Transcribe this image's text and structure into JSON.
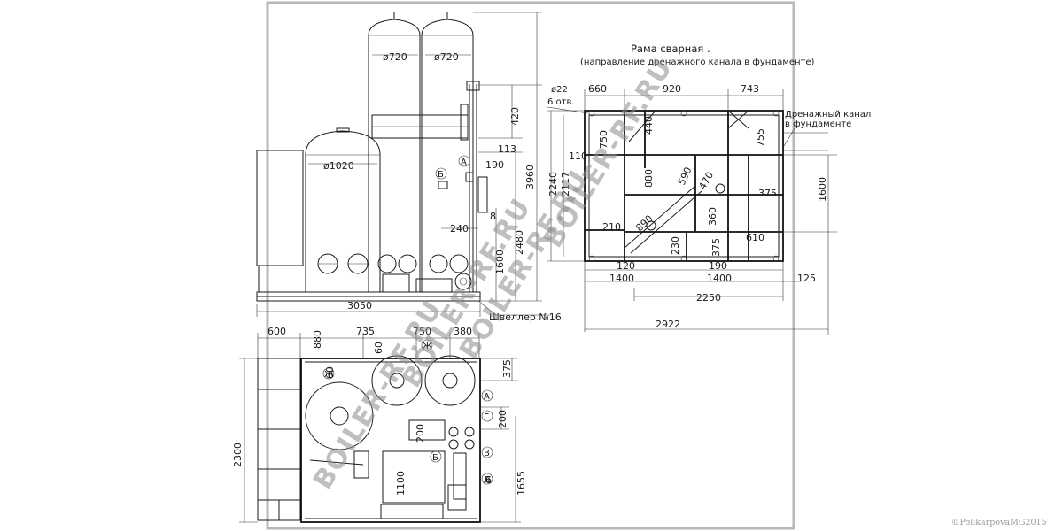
{
  "front_view": {
    "vessel_diameters": [
      "ø720",
      "ø720",
      "ø1020"
    ],
    "dims_right": [
      "420",
      "113",
      "190",
      "3960",
      "2480",
      "1600",
      "240",
      "8"
    ],
    "dim_bottom": "3050",
    "channel_label": "Швеллер №16",
    "markers": [
      "А",
      "Б"
    ]
  },
  "frame_view": {
    "title": "Рама сварная .",
    "subtitle": "(направление дренажного канала в фундаменте)",
    "drain_label_line1": "Дренажный канал",
    "drain_label_line2": "в фундаменте",
    "hole_dim": "ø22",
    "hole_count": "6 отв.",
    "dims_top": [
      "660",
      "920",
      "743"
    ],
    "dims_left": [
      "2240",
      "2117",
      "110"
    ],
    "dims_inner": [
      "750",
      "440",
      "880",
      "590",
      "470",
      "360",
      "890",
      "210",
      "230",
      "375",
      "610",
      "375",
      "755"
    ],
    "dims_bottom_row1": [
      "120",
      "190"
    ],
    "dims_bottom_row2": [
      "1400",
      "1400",
      "125"
    ],
    "dim_overall_inner": "2250",
    "dim_overall": "2922",
    "dim_right": "1600"
  },
  "plan_view": {
    "dims_top": [
      "600",
      "880",
      "735",
      "750",
      "380"
    ],
    "dims_inner": [
      "60",
      "60",
      "375",
      "200",
      "200",
      "1100",
      "6",
      "1655"
    ],
    "dim_left": "2300",
    "markers": [
      "Ж",
      "Ж",
      "А",
      "Г",
      "Б",
      "В",
      "Д"
    ]
  },
  "watermarks": [
    "BOILER-RF.RU",
    "BOILER-RF.RU",
    "BOILER-RF.RU",
    "BOILER-RF.RU"
  ],
  "copyright": "©PolikarpovaMG2015"
}
